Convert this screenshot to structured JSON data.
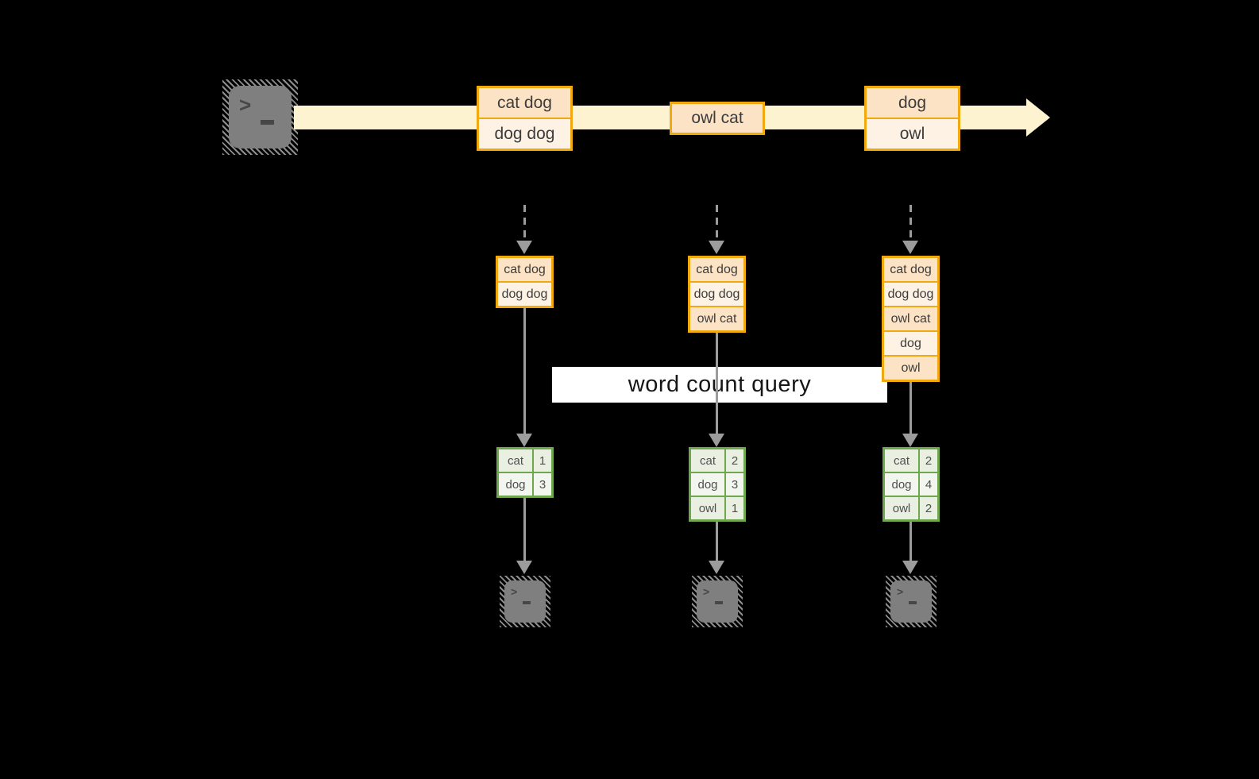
{
  "query_label": "word count query",
  "terminal": {
    "chevron": ">"
  },
  "timeline": {
    "events": [
      {
        "lines": [
          "cat dog",
          "dog dog"
        ]
      },
      {
        "lines": [
          "owl cat"
        ]
      },
      {
        "lines": [
          "dog",
          "owl"
        ]
      }
    ]
  },
  "batches": [
    {
      "items": [
        "cat dog",
        "dog dog"
      ]
    },
    {
      "items": [
        "cat dog",
        "dog dog",
        "owl cat"
      ]
    },
    {
      "items": [
        "cat dog",
        "dog dog",
        "owl cat",
        "dog",
        "owl"
      ]
    }
  ],
  "results": [
    {
      "rows": [
        [
          "cat",
          "1"
        ],
        [
          "dog",
          "3"
        ]
      ]
    },
    {
      "rows": [
        [
          "cat",
          "2"
        ],
        [
          "dog",
          "3"
        ],
        [
          "owl",
          "1"
        ]
      ]
    },
    {
      "rows": [
        [
          "cat",
          "2"
        ],
        [
          "dog",
          "4"
        ],
        [
          "owl",
          "2"
        ]
      ]
    }
  ],
  "colors": {
    "background": "#000000",
    "stream_band": "#fdf3d1",
    "box_border": "#f2a90d",
    "cell_peach": "#fce3c5",
    "cell_cream": "#fdf2e3",
    "table_border": "#6fa84c",
    "table_fill_dark": "#e9efe1",
    "table_fill_light": "#f3f6ee",
    "arrow_gray": "#9c9c9c",
    "terminal_gray": "#7f7f7f",
    "label_bg": "#ffffff"
  }
}
